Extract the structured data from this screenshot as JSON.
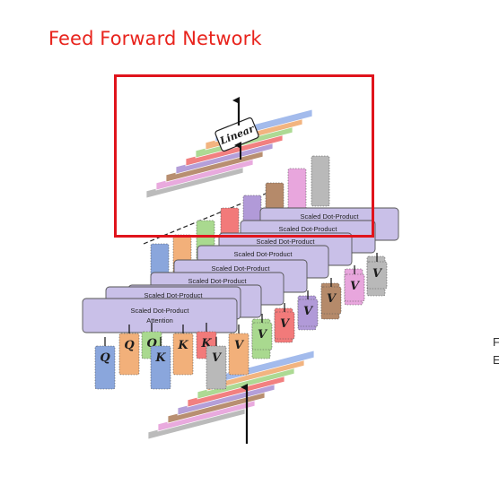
{
  "title": "Feed Forward Network",
  "linear_label": "Linear",
  "attention_label_line1": "Scaled Dot-Product",
  "attention_label_line2": "Attention",
  "back_attention_label": "Scaled Dot-Product",
  "q_label": "Q",
  "k_label": "K",
  "v_label": "V",
  "edge_text_1": "F",
  "edge_text_2": "E",
  "colors": {
    "title": "#e8231c",
    "highlight_border": "#e0141c",
    "attention_box": "#c9c0e8",
    "q_bar": "#8aa6dc",
    "k_bar": "#8aa6dc",
    "v_bar": "#b9b9b9",
    "layer_colors": [
      "#b8b8b8",
      "#e8a6dd",
      "#b58a6a",
      "#b19ad8",
      "#f27a7a",
      "#a9d98f",
      "#f2b07a",
      "#9fb8ec"
    ]
  }
}
